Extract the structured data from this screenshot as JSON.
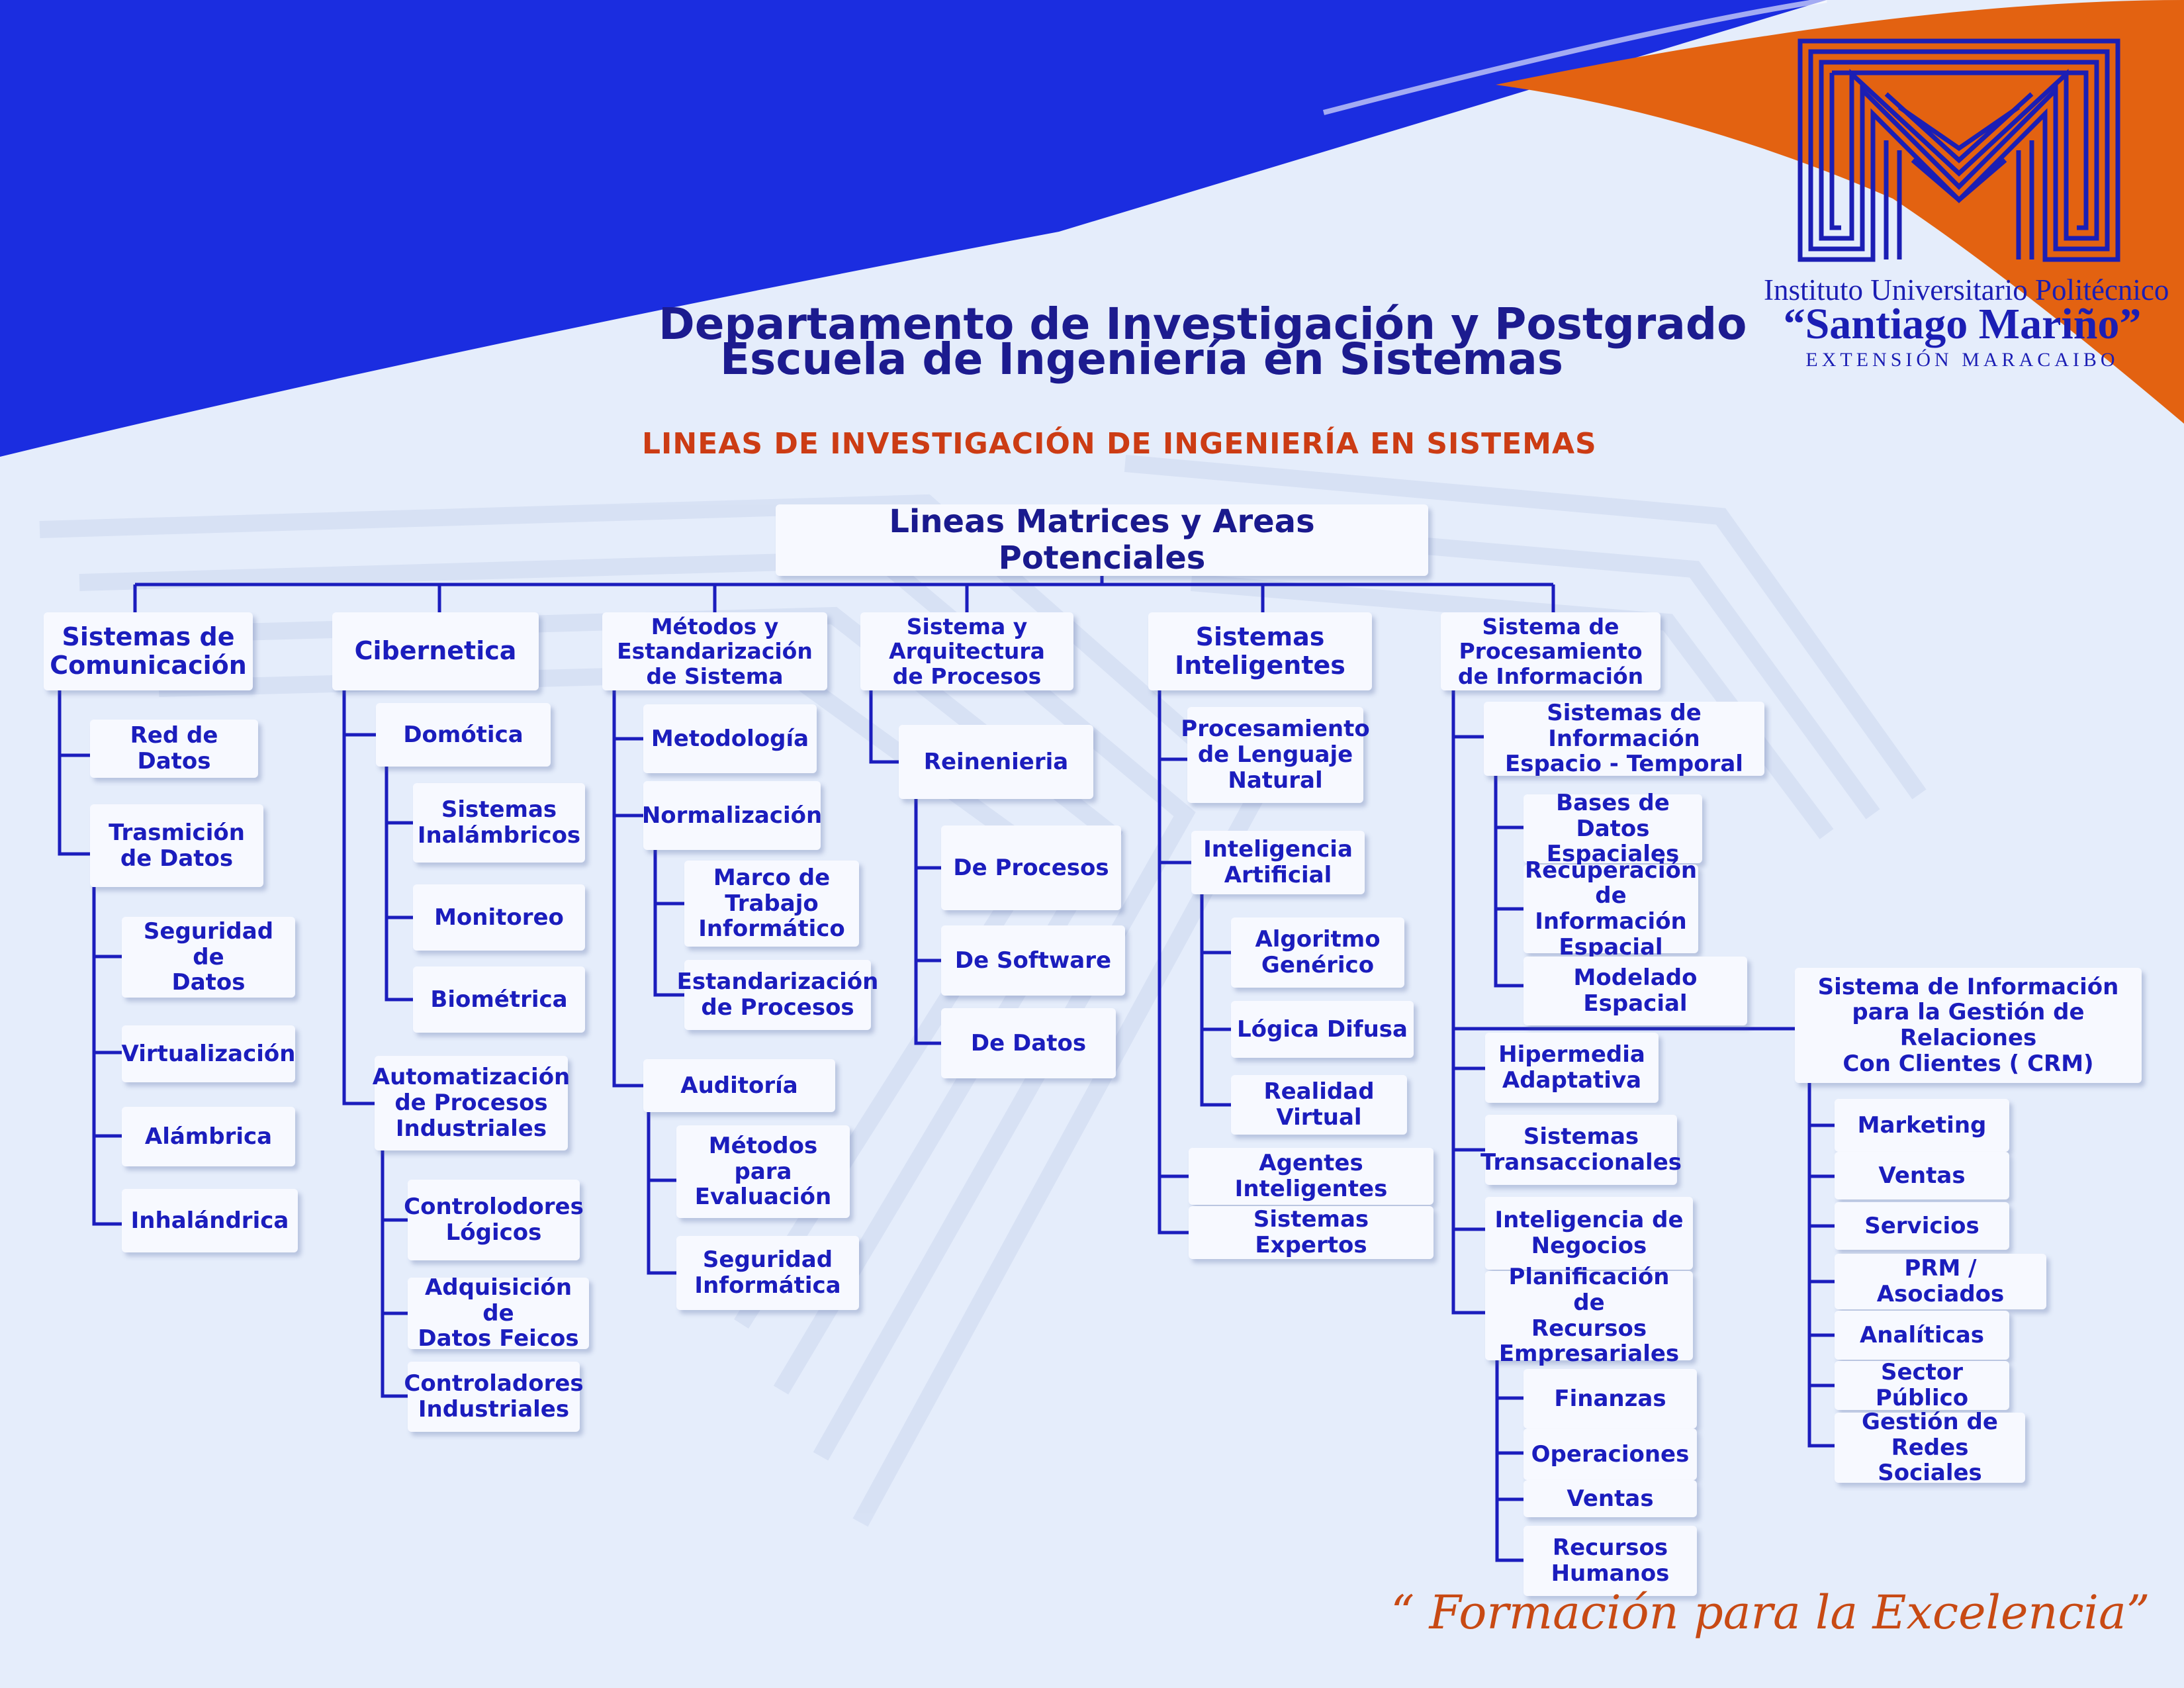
{
  "header": {
    "department": "Departamento de Investigación y Postgrado",
    "school": "Escuela de Ingeniería en Sistemas",
    "subtitle": "LINEAS DE INVESTIGACIÓN DE INGENIERÍA EN SISTEMAS"
  },
  "institution": {
    "line1": "Instituto Universitario Politécnico",
    "name": "“Santiago Mariño”",
    "extension": "EXTENSIÓN MARACAIBO"
  },
  "motto": "“ Formación para la Excelencia”",
  "colors": {
    "primary_blue": "#1b2de0",
    "orange": "#e36211",
    "background": "#e5edfb",
    "node_text": "#1b1dbd",
    "connector": "#1b1dbd"
  },
  "tree": {
    "root": "Lineas Matrices y Areas Potenciales",
    "lines": [
      {
        "label": "Sistemas de\nComunicación",
        "children": [
          {
            "label": "Red de Datos"
          },
          {
            "label": "Trasmición\nde Datos",
            "children": [
              {
                "label": "Seguridad de\nDatos"
              },
              {
                "label": "Virtualización"
              },
              {
                "label": "Alámbrica"
              },
              {
                "label": "Inhalándrica"
              }
            ]
          }
        ]
      },
      {
        "label": "Cibernetica",
        "children": [
          {
            "label": "Domótica",
            "children": [
              {
                "label": "Sistemas\nInalámbricos"
              },
              {
                "label": "Monitoreo"
              },
              {
                "label": "Biométrica"
              }
            ]
          },
          {
            "label": "Automatización\nde Procesos\nIndustriales",
            "children": [
              {
                "label": "Controlodores\nLógicos"
              },
              {
                "label": "Adquisición de\nDatos Feicos"
              },
              {
                "label": "Controladores\nIndustriales"
              }
            ]
          }
        ]
      },
      {
        "label": "Métodos y\nEstandarización\nde Sistema",
        "children": [
          {
            "label": "Metodología"
          },
          {
            "label": "Normalización",
            "children": [
              {
                "label": "Marco de\nTrabajo\nInformático"
              },
              {
                "label": "Estandarización\nde Procesos"
              }
            ]
          },
          {
            "label": "Auditoría",
            "children": [
              {
                "label": "Métodos para\nEvaluación"
              },
              {
                "label": "Seguridad\nInformática"
              }
            ]
          }
        ]
      },
      {
        "label": "Sistema y\nArquitectura\nde Procesos",
        "children": [
          {
            "label": "Reinenieria",
            "children": [
              {
                "label": "De Procesos"
              },
              {
                "label": "De Software"
              },
              {
                "label": "De Datos"
              }
            ]
          }
        ]
      },
      {
        "label": "Sistemas\nInteligentes",
        "children": [
          {
            "label": "Procesamiento\nde Lenguaje\nNatural"
          },
          {
            "label": "Inteligencia\nArtificial",
            "children": [
              {
                "label": "Algoritmo\nGenérico"
              },
              {
                "label": "Lógica Difusa"
              },
              {
                "label": "Realidad\nVirtual"
              }
            ]
          },
          {
            "label": "Agentes Inteligentes"
          },
          {
            "label": "Sistemas Expertos"
          }
        ]
      },
      {
        "label": "Sistema de\nProcesamiento\nde Información",
        "children": [
          {
            "label": "Sistemas de Información\nEspacio - Temporal",
            "children": [
              {
                "label": "Bases de Datos\nEspaciales"
              },
              {
                "label": "Recuperación de\nInformación\nEspacial"
              },
              {
                "label": "Modelado Espacial"
              }
            ]
          },
          {
            "label": "Sistema de Información\npara la Gestión de Relaciones\nCon Clientes ( CRM)",
            "children": [
              {
                "label": "Marketing"
              },
              {
                "label": "Ventas"
              },
              {
                "label": "Servicios"
              },
              {
                "label": "PRM / Asociados"
              },
              {
                "label": "Analíticas"
              },
              {
                "label": "Sector Público"
              },
              {
                "label": "Gestión de\nRedes Sociales"
              }
            ]
          },
          {
            "label": "Hipermedia\nAdaptativa"
          },
          {
            "label": "Sistemas\nTransaccionales"
          },
          {
            "label": "Inteligencia de\nNegocios"
          },
          {
            "label": "Planificación de\nRecursos\nEmpresariales",
            "children": [
              {
                "label": "Finanzas"
              },
              {
                "label": "Operaciones"
              },
              {
                "label": "Ventas"
              },
              {
                "label": "Recursos\nHumanos"
              }
            ]
          }
        ]
      }
    ]
  }
}
